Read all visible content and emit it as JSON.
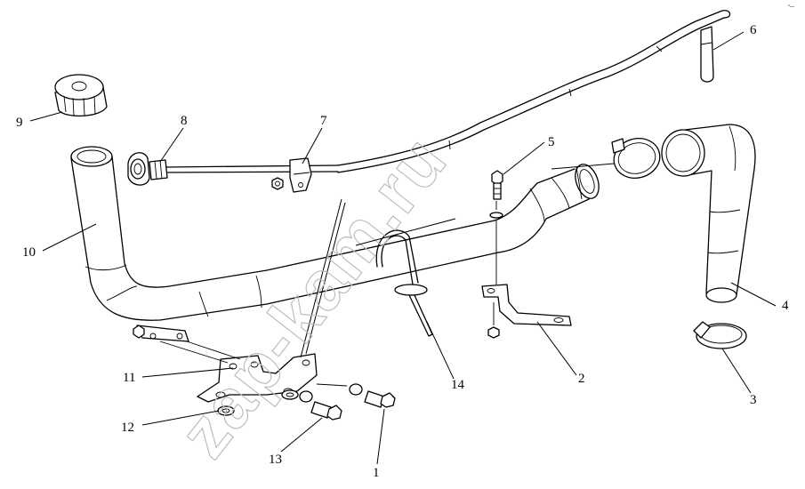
{
  "watermark": "zap-kam.ru",
  "corner_mark": "°—",
  "callouts": {
    "c1": "1",
    "c2": "2",
    "c3": "3",
    "c4": "4",
    "c5": "5",
    "c6": "6",
    "c7": "7",
    "c8": "8",
    "c9": "9",
    "c10": "10",
    "c11": "11",
    "c12": "12",
    "c13": "13",
    "c14": "14"
  }
}
